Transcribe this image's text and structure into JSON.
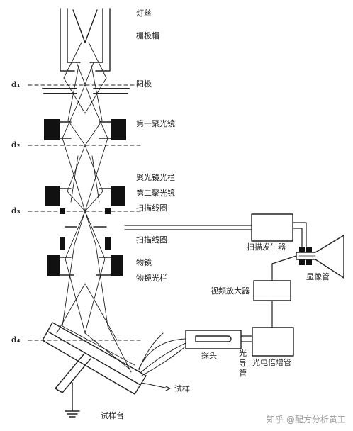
{
  "labels": {
    "filament": "灯丝",
    "grid_cap": "栅极帽",
    "anode": "阳极",
    "first_condenser": "第一聚光镜",
    "condenser_aperture": "聚光镜光栏",
    "second_condenser": "第二聚光镜",
    "scan_coil_upper": "扫描线圈",
    "scan_coil_lower": "扫描线圈",
    "objective": "物镜",
    "objective_aperture": "物镜光栏",
    "scan_generator": "扫描发生器",
    "crt": "显像管",
    "video_amp": "视频放大器",
    "detector": "探头",
    "light_guide": "光导管",
    "pmt": "光电倍增管",
    "specimen": "试样",
    "stage": "试样台"
  },
  "d_labels": {
    "d1": "d₁",
    "d2": "d₂",
    "d3": "d₃",
    "d4": "d₄"
  },
  "watermark": "知乎 @配方分析黄工"
}
